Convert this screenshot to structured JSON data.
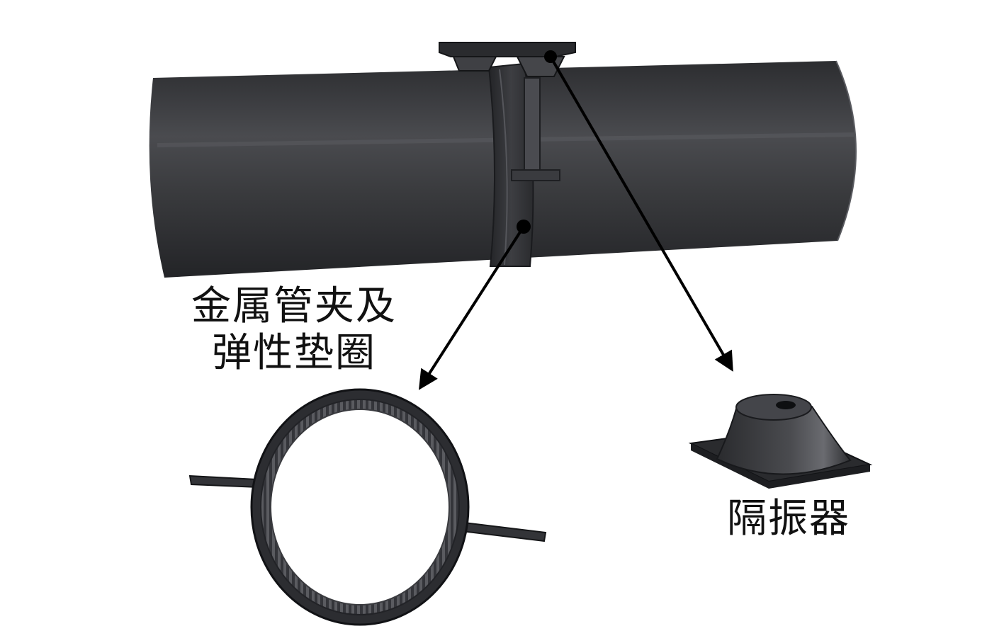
{
  "labels": {
    "clamp_line1": "金属管夹及",
    "clamp_line2": "弹性垫圈",
    "isolator": "隔振器"
  },
  "colors": {
    "background": "#ffffff",
    "part": "#3a3b3e",
    "part_dark": "#232427",
    "arrow": "#000000"
  }
}
